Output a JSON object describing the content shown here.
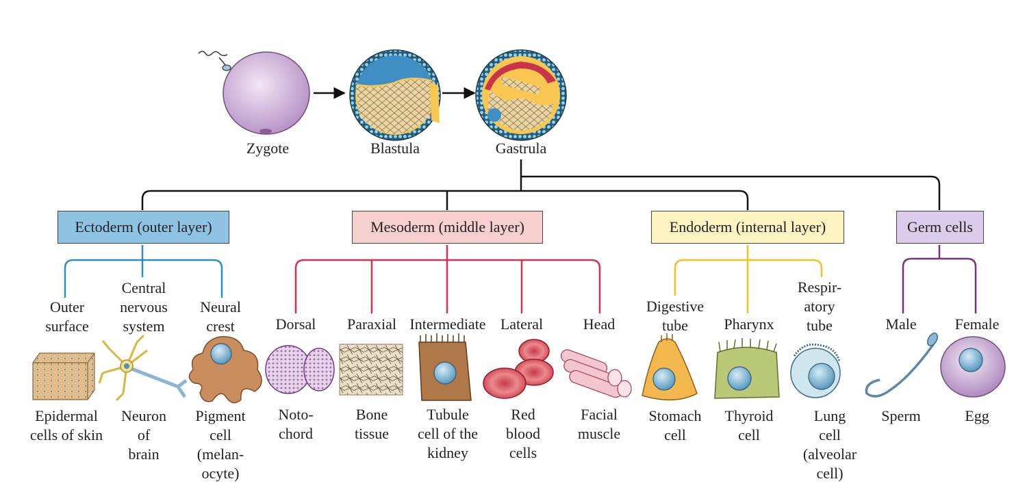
{
  "stages": [
    {
      "label": "Zygote"
    },
    {
      "label": "Blastula"
    },
    {
      "label": "Gastrula"
    }
  ],
  "layers": [
    {
      "label": "Ectoderm (outer layer)",
      "color": "#8fc3e3",
      "line": "#2f8bc0"
    },
    {
      "label": "Mesoderm (middle layer)",
      "color": "#f7cfcf",
      "line": "#d6304f"
    },
    {
      "label": "Endoderm (internal layer)",
      "color": "#fdf4c2",
      "line": "#f5c020"
    },
    {
      "label": "Germ cells",
      "color": "#dcccec",
      "line": "#7a2f7f"
    }
  ],
  "branches": [
    [
      "Outer",
      "surface"
    ],
    [
      "Central",
      "nervous",
      "system"
    ],
    [
      "Neural",
      "crest"
    ],
    [
      "Dorsal"
    ],
    [
      "Paraxial"
    ],
    [
      "Intermediate"
    ],
    [
      "Lateral"
    ],
    [
      "Head"
    ],
    [
      "Digestive",
      "tube"
    ],
    [
      "Pharynx"
    ],
    [
      "Respir-",
      "atory",
      "tube"
    ],
    [
      "Male"
    ],
    [
      "Female"
    ]
  ],
  "cells": [
    {
      "name": "epidermal-cells-icon",
      "label": [
        "Epidermal",
        "cells of skin"
      ]
    },
    {
      "name": "neuron-icon",
      "label": [
        "Neuron",
        "of",
        "brain"
      ]
    },
    {
      "name": "pigment-cell-icon",
      "label": [
        "Pigment",
        "cell",
        "(melan-",
        "ocyte)"
      ]
    },
    {
      "name": "notochord-icon",
      "label": [
        "Noto-",
        "chord"
      ]
    },
    {
      "name": "bone-tissue-icon",
      "label": [
        "Bone",
        "tissue"
      ]
    },
    {
      "name": "kidney-tubule-cell-icon",
      "label": [
        "Tubule",
        "cell of the",
        "kidney"
      ]
    },
    {
      "name": "red-blood-cells-icon",
      "label": [
        "Red",
        "blood",
        "cells"
      ]
    },
    {
      "name": "facial-muscle-icon",
      "label": [
        "Facial",
        "muscle"
      ]
    },
    {
      "name": "stomach-cell-icon",
      "label": [
        "Stomach",
        "cell"
      ]
    },
    {
      "name": "thyroid-cell-icon",
      "label": [
        "Thyroid",
        "cell"
      ]
    },
    {
      "name": "lung-cell-icon",
      "label": [
        "Lung",
        "cell",
        "(alveolar",
        "cell)"
      ]
    },
    {
      "name": "sperm-icon",
      "label": [
        "Sperm"
      ]
    },
    {
      "name": "egg-icon",
      "label": [
        "Egg"
      ]
    }
  ]
}
